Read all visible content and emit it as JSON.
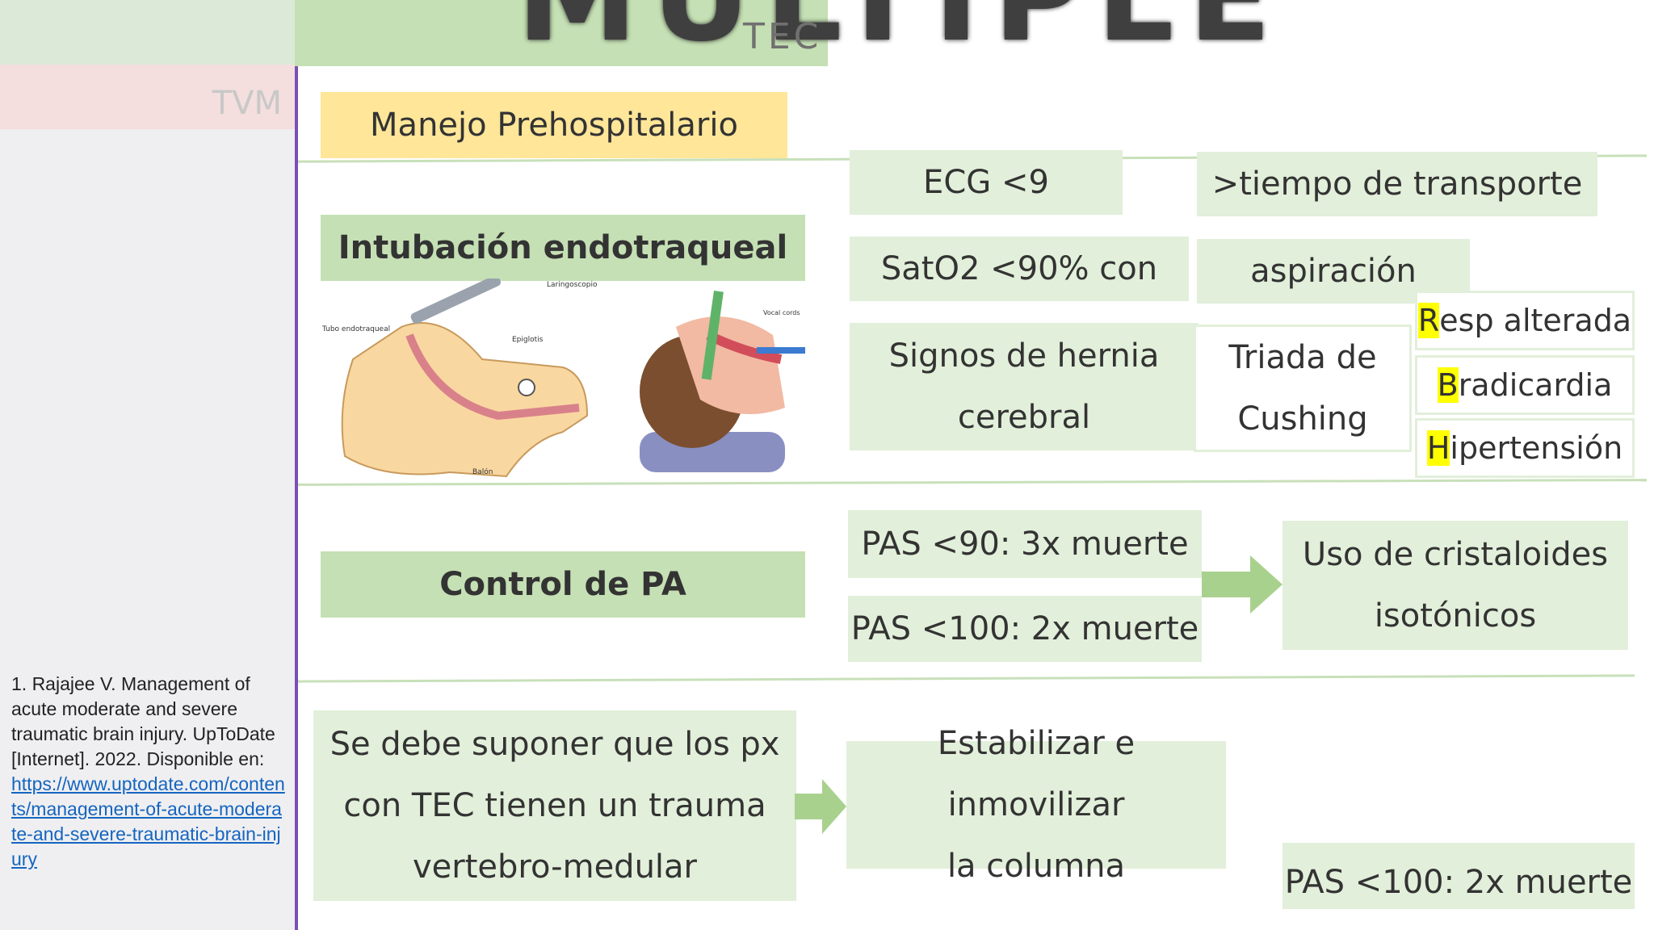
{
  "banner": {
    "title": "MÚLTIPLE",
    "subtitle": "TEC"
  },
  "sidebar": {
    "tab_tvm": "TVM"
  },
  "section_title": "Manejo Prehospitalario",
  "intubation": {
    "title": "Intubación endotraqueal",
    "diagram_labels": [
      "Laringoscopio",
      "Tubo endotraqueal",
      "Epiglotis",
      "Balón",
      "Vocal cords"
    ],
    "criteria": {
      "ecg": "ECG <9",
      "transport": ">tiempo de transporte",
      "sat": "SatO2 <90% con",
      "aspiration": "aspiración",
      "hernia_line1": "Signos de hernia",
      "hernia_line2": "cerebral",
      "cushing_line1": "Triada de",
      "cushing_line2": "Cushing",
      "cushing_items": [
        {
          "first": "R",
          "rest": "esp alterada"
        },
        {
          "first": "B",
          "rest": "radicardia"
        },
        {
          "first": "H",
          "rest": "ipertensión"
        }
      ]
    }
  },
  "pressure": {
    "title": "Control de PA",
    "pas90": "PAS <90: 3x muerte",
    "pas100": "PAS <100: 2x muerte",
    "result_line1": "Uso de cristaloides",
    "result_line2": "isotónicos"
  },
  "spine": {
    "line1": "Se debe suponer que los px",
    "line2": "con TEC tienen un trauma",
    "line3": "vertebro-medular",
    "action_line1": "Estabilizar e inmovilizar",
    "action_line2": "la columna",
    "extra": "PAS <100: 2x muerte"
  },
  "reference": {
    "text": "1. Rajajee V. Management of acute moderate and severe traumatic brain injury. UpToDate [Internet]. 2022. Disponible en:",
    "link": "https://www.uptodate.com/contents/management-of-acute-moderate-and-severe-traumatic-brain-injury"
  },
  "colors": {
    "green_light": "#e2efda",
    "green": "#c5e0b4",
    "yellow": "#ffe699",
    "purple_line": "#7b4fb5",
    "highlight": "#ffff00"
  }
}
